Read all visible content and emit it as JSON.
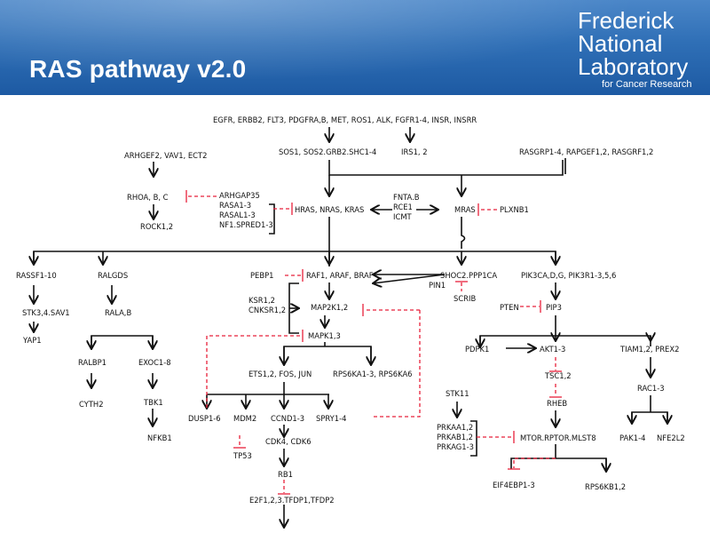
{
  "header": {
    "title": "RAS pathway v2.0",
    "logo_lines": [
      "Frederick",
      "National",
      "Laboratory"
    ],
    "logo_tagline": "for Cancer Research"
  },
  "colors": {
    "header_blue": "#2f6fb6",
    "activation": "#111111",
    "inhibition": "#e8203a"
  },
  "nodes": {
    "receptors": "EGFR, ERBB2, FLT3, PDGFRA,B, MET, ROS1, ALK, FGFR1-4, INSR, INSRR",
    "sos": "SOS1, SOS2.GRB2.SHC1-4",
    "irs": "IRS1, 2",
    "arhgef": "ARHGEF2, VAV1, ECT2",
    "rasgrp": "RASGRP1-4, RAPGEF1,2, RASGRF1,2",
    "rho": "RHOA, B, C",
    "gap": [
      "ARHGAP35",
      "RASA1-3",
      "RASAL1-3",
      "NF1.SPRED1-3"
    ],
    "ras": "HRAS, NRAS, KRAS",
    "fnta": [
      "FNTA.B",
      "RCE1",
      "ICMT"
    ],
    "mras": "MRAS",
    "plxnb": "PLXNB1",
    "rock": "ROCK1,2",
    "rassf": "RASSF1-10",
    "ralgds": "RALGDS",
    "pebp": "PEBP1",
    "raf": "RAF1, ARAF, BRAF",
    "shoc": "SHOC2.PPP1CA",
    "pin": "PIN1",
    "pik3": "PIK3CA,D,G, PIK3R1-3,5,6",
    "scrib": "SCRIB",
    "ksr": [
      "KSR1,2",
      "CNKSR1,2"
    ],
    "map2k": "MAP2K1,2",
    "pten": "PTEN",
    "pip3": "PIP3",
    "stk3": "STK3,4.SAV1",
    "rala": "RALA,B",
    "mapk": "MAPK1,3",
    "yap": "YAP1",
    "ralbp": "RALBP1",
    "exoc": "EXOC1-8",
    "pdpk": "PDPK1",
    "akt": "AKT1-3",
    "tiam": "TIAM1,2, PREX2",
    "ets": "ETS1,2, FOS, JUN",
    "rps6ka": "RPS6KA1-3, RPS6KA6",
    "tsc": "TSC1,2",
    "cyth": "CYTH2",
    "tbk": "TBK1",
    "stk11": "STK11",
    "rac": "RAC1-3",
    "rheb": "RHEB",
    "dusp": "DUSP1-6",
    "mdm2": "MDM2",
    "ccnd": "CCND1-3",
    "spry": "SPRY1-4",
    "prkaa": [
      "PRKAA1,2",
      "PRKAB1,2",
      "PRKAG1-3"
    ],
    "pak": "PAK1-4",
    "nfe2l2": "NFE2L2",
    "nfkb": "NFKB1",
    "mtor": "MTOR.RPTOR.MLST8",
    "cdk": "CDK4, CDK6",
    "tp53": "TP53",
    "eif4": "EIF4EBP1-3",
    "rps6kb": "RPS6KB1,2",
    "rb1": "RB1",
    "e2f": "E2F1,2,3.TFDP1,TFDP2"
  }
}
